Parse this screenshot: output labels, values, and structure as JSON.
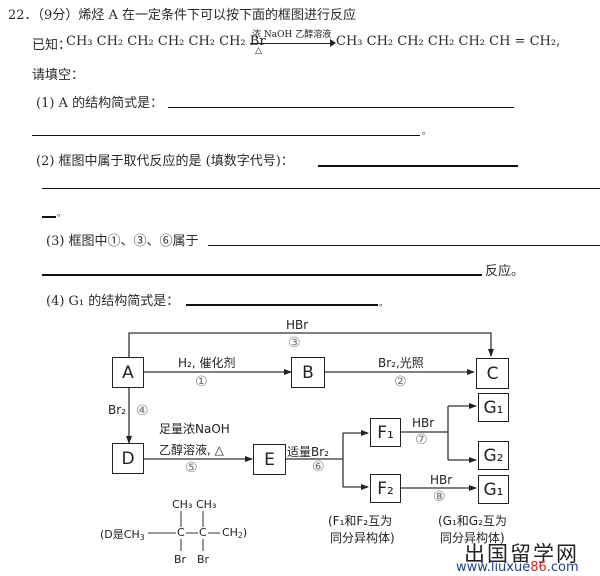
{
  "question": {
    "header": "22．（9分）烯烃 A 在一定条件下可以按下面的框图进行反应",
    "known_prefix": "已知：",
    "known_reactant": "CH₃ CH₂ CH₂ CH₂ CH₂ CH₂ Br",
    "known_condition_top": "浓 NaOH 乙醇溶液",
    "known_condition_bottom": "△",
    "known_product": "CH₃ CH₂ CH₂ CH₂ CH₂ CH = CH₂,",
    "fill_prompt": "请填空：",
    "parts": [
      {
        "label": "(1) A 的结构简式是：",
        "end": "。"
      },
      {
        "label": "(2) 框图中属于取代反应的是 (填数字代号)：",
        "end": "。"
      },
      {
        "label": "(3) 框图中①、③、⑥属于",
        "end": "反应。"
      },
      {
        "label": "(4) G₁ 的结构简式是：",
        "end": "。"
      }
    ]
  },
  "diagram": {
    "boxes": {
      "A": "A",
      "B": "B",
      "C": "C",
      "D": "D",
      "E": "E",
      "F1": "F₁",
      "F2": "F₂",
      "G1_top": "G₁",
      "G2": "G₂",
      "G1_bottom": "G₁"
    },
    "arrows": [
      {
        "id": "1",
        "from": "A",
        "to": "B",
        "reagent": "H₂, 催化剂",
        "number": "①"
      },
      {
        "id": "2",
        "from": "B",
        "to": "C",
        "reagent": "Br₂,光照",
        "number": "②"
      },
      {
        "id": "3",
        "from": "A",
        "to": "C",
        "reagent": "HBr",
        "number": "③"
      },
      {
        "id": "4",
        "from": "A",
        "to": "D",
        "reagent": "Br₂",
        "number": "④"
      },
      {
        "id": "5",
        "from": "D",
        "to": "E",
        "reagent_line1": "足量浓NaOH",
        "reagent_line2": "乙醇溶液, △",
        "number": "⑤"
      },
      {
        "id": "6",
        "from": "E",
        "to": "F1/F2",
        "reagent": "适量Br₂",
        "number": "⑥"
      },
      {
        "id": "7",
        "from": "F1",
        "to": "G1/G2",
        "reagent": "HBr",
        "number": "⑦"
      },
      {
        "id": "8",
        "from": "F2",
        "to": "G1",
        "reagent": "HBr",
        "number": "⑧"
      }
    ],
    "d_structure": {
      "prefix": "(D是CH₃—C—C—CH₂)",
      "top_groups": [
        "CH₃",
        "CH₃"
      ],
      "bottom_groups": [
        "Br",
        "Br"
      ]
    },
    "notes": {
      "f_isomers_line1": "(F₁和F₂互为",
      "f_isomers_line2": "同分异构体)",
      "g_isomers_line1": "(G₁和G₂互为",
      "g_isomers_line2": "同分异构体)"
    }
  },
  "watermark": {
    "title": "出国留学网",
    "url_part1": "www.liuxue",
    "url_part2": "86",
    "url_part3": ".com",
    "url_color": "#1f3f8f",
    "accent_color": "#dd2222"
  }
}
